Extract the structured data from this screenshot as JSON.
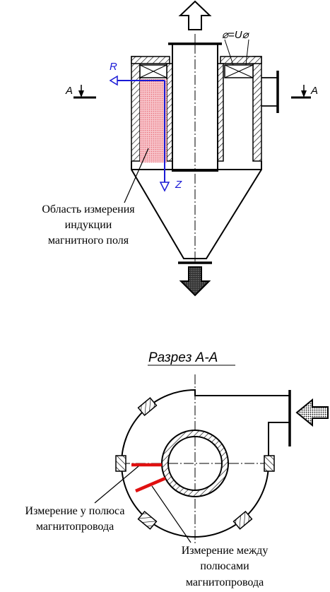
{
  "labels": {
    "voltage_label": "⌀=U⌀",
    "axis_r": "R",
    "axis_z": "Z",
    "section_marker_left": "A",
    "section_marker_right": "A",
    "region_caption_line1": "Область измерения",
    "region_caption_line2": "индукции",
    "region_caption_line3": "магнитного поля",
    "section_title": "Разрез А-А",
    "pole_caption_line1": "Измерение у полюса",
    "pole_caption_line2": "магнитопровода",
    "between_caption_line1": "Измерение между",
    "between_caption_line2": "полюсами",
    "between_caption_line3": "магнитопровода"
  },
  "colors": {
    "axis_blue": "#1a1ad6",
    "measure_red": "#e01010",
    "region_pink": "#f4a0a8",
    "line": "#000000"
  }
}
